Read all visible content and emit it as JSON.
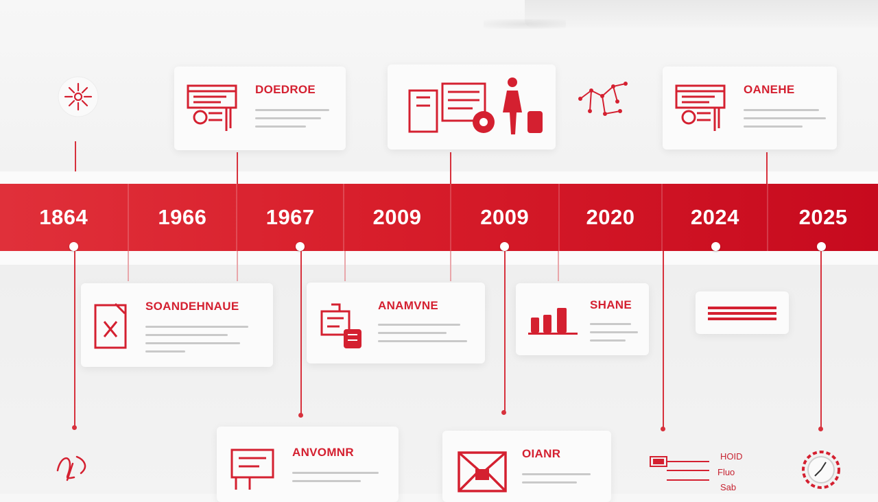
{
  "timeline": {
    "years": [
      "1864",
      "1966",
      "1967",
      "2009",
      "2009",
      "2020",
      "2024",
      "2025"
    ],
    "accent": "#d71d2a"
  },
  "cards": {
    "top_left": {
      "title": "DOEDROE",
      "icon": "blueprint-icon"
    },
    "top_center": {
      "icon": "office-scene-icon"
    },
    "top_right": {
      "title": "OANEHE",
      "icon": "blueprint-icon"
    },
    "mid_1": {
      "title": "SOANDEHNAUE",
      "icon": "clipboard-icon"
    },
    "mid_2": {
      "title": "ANAMVNE",
      "icon": "building-icon"
    },
    "mid_3": {
      "title": "SHANE",
      "icon": "bottles-icon"
    },
    "mid_4": {
      "icon": "banner-icon"
    },
    "bottom_1": {
      "title": "ANVOMNR",
      "icon": "document-icon"
    },
    "bottom_2": {
      "title": "OIANR",
      "icon": "envelope-icon"
    }
  },
  "notes": [
    "HOID",
    "Fluo",
    "Sab"
  ],
  "decor": [
    "flower-medallion-icon",
    "molecule-icon",
    "scribble-icon",
    "clock-gear-icon"
  ]
}
